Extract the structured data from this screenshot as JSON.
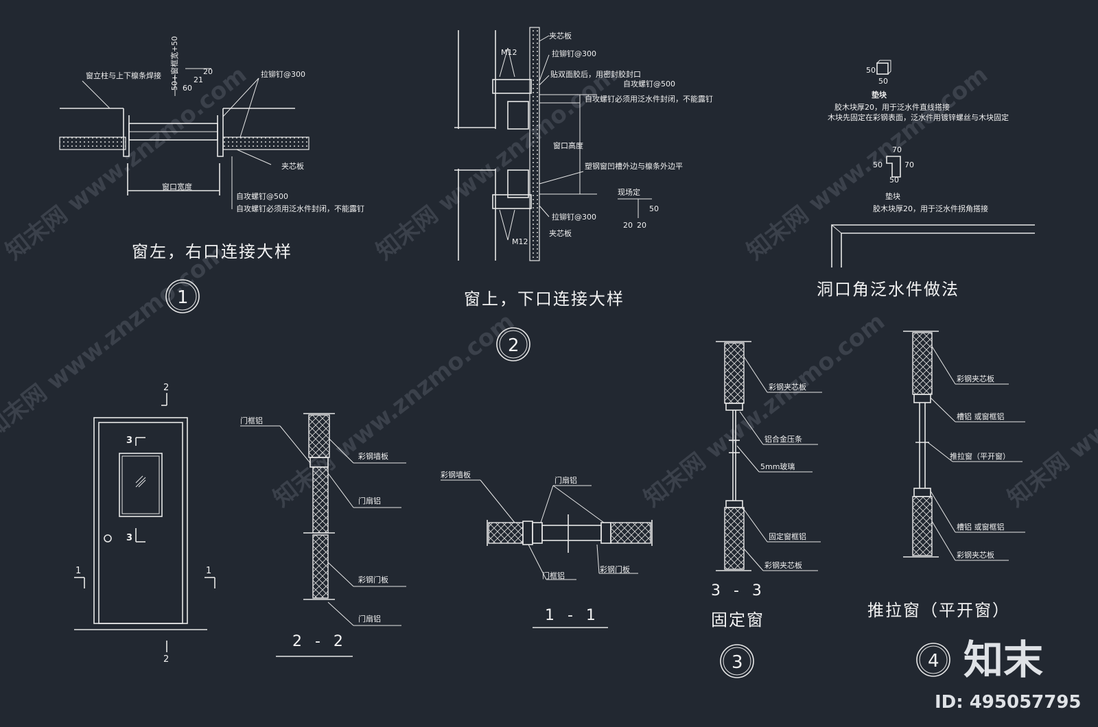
{
  "watermark": {
    "text": "知末网 www.znzmo.com"
  },
  "logo": {
    "brand": "知末",
    "id_label": "ID: 495057795"
  },
  "detail1": {
    "title": "窗左，右口连接大样",
    "number": "1",
    "labels": {
      "post": "窗立柱与上下檩条焊接",
      "width": "窗口宽度",
      "rivet": "拉铆钉@300",
      "sandwich": "夹芯板",
      "screw": "自攻螺钉@500",
      "screw_note": "自攻螺钉必须用泛水件封闭，不能露钉"
    },
    "dims": {
      "d20": "20",
      "d21": "21",
      "d60": "60",
      "vert": "50+窗框宽+50"
    }
  },
  "detail2": {
    "title": "窗上，下口连接大样",
    "number": "2",
    "labels": {
      "sandwich": "夹芯板",
      "m12": "M12",
      "rivet": "拉铆钉@300",
      "glue": "贴双面胶后，用密封胶封口",
      "screw": "自攻螺钉@500",
      "screw_note": "自攻螺钉必须用泛水件封闭，不能露钉",
      "height": "窗口高度",
      "align": "塑钢窗凹槽外边与檩条外边平",
      "site": "现场定"
    },
    "dims": {
      "d50": "50",
      "d20a": "20",
      "d20b": "20"
    }
  },
  "flashing": {
    "title": "洞口角泛水件做法",
    "pad": "垫块",
    "note1": "胶木块厚20，用于泛水件直线搭接",
    "note2": "木块先固定在彩钢表面，泛水件用镀锌螺丝与木块固定",
    "block": "垫块",
    "note3": "胶木块厚20，用于泛水件拐角搭接",
    "dims": {
      "d50a": "50",
      "d50b": "50",
      "d70a": "70",
      "d50c": "50",
      "d70b": "70",
      "d50d": "50"
    }
  },
  "door": {
    "marks": {
      "top": "2",
      "bottom": "2",
      "left": "1",
      "right": "1",
      "glass_top": "3",
      "glass_bottom": "3"
    }
  },
  "section22": {
    "title": "2 - 2",
    "labels": {
      "frame_top": "门框铝",
      "wall": "彩钢墙板",
      "leaf_top": "门扇铝",
      "panel": "彩钢门板",
      "leaf_bottom": "门扇铝"
    }
  },
  "section11": {
    "title": "1 - 1",
    "labels": {
      "wall": "彩钢墙板",
      "leaf": "门扇铝",
      "frame": "门框铝",
      "panel": "彩钢门板"
    }
  },
  "detail3": {
    "section": "3 - 3",
    "title": "固定窗",
    "number": "3",
    "labels": {
      "sandwich_top": "彩钢夹芯板",
      "strip": "铝合金压条",
      "glass": "5mm玻璃",
      "frame": "固定窗框铝",
      "sandwich_bottom": "彩钢夹芯板"
    }
  },
  "detail4": {
    "title": "推拉窗（平开窗）",
    "number": "4",
    "labels": {
      "sandwich_top": "彩钢夹芯板",
      "frame_top": "槽铝 或窗框铝",
      "sash": "推拉窗（平开窗）",
      "frame_bottom": "槽铝 或窗框铝",
      "sandwich_bottom": "彩钢夹芯板"
    }
  }
}
